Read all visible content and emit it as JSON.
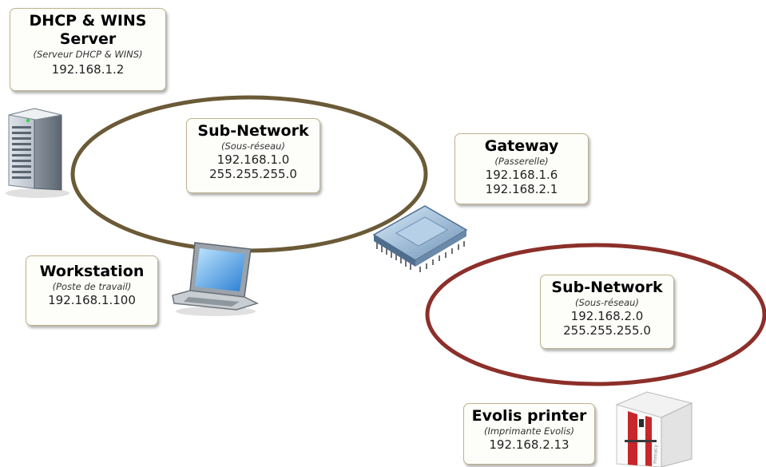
{
  "server": {
    "title_line1": "DHCP & WINS",
    "title_line2": "Server",
    "subtitle": "(Serveur DHCP & WINS)",
    "ip": "192.168.1.2"
  },
  "subnet1": {
    "title": "Sub-Network",
    "subtitle": "(Sous-réseau)",
    "address": "192.168.1.0",
    "mask": "255.255.255.0"
  },
  "gateway": {
    "title": "Gateway",
    "subtitle": "(Passerelle)",
    "ip1": "192.168.1.6",
    "ip2": "192.168.2.1"
  },
  "workstation": {
    "title": "Workstation",
    "subtitle": "(Poste de travail)",
    "ip": "192.168.1.100"
  },
  "subnet2": {
    "title": "Sub-Network",
    "subtitle": "(Sous-réseau)",
    "address": "192.168.2.0",
    "mask": "255.255.255.0"
  },
  "printer": {
    "title": "Evolis printer",
    "subtitle": "(Imprimante Evolis)",
    "ip": "192.168.2.13",
    "brand_label": "Primacy"
  },
  "colors": {
    "subnet1_ring": "#6b5a37",
    "subnet2_ring": "#8c2f2a",
    "card_border": "#bfb28e"
  },
  "icons": [
    "server-tower-icon",
    "laptop-icon",
    "gateway-chip-icon",
    "card-printer-icon"
  ]
}
